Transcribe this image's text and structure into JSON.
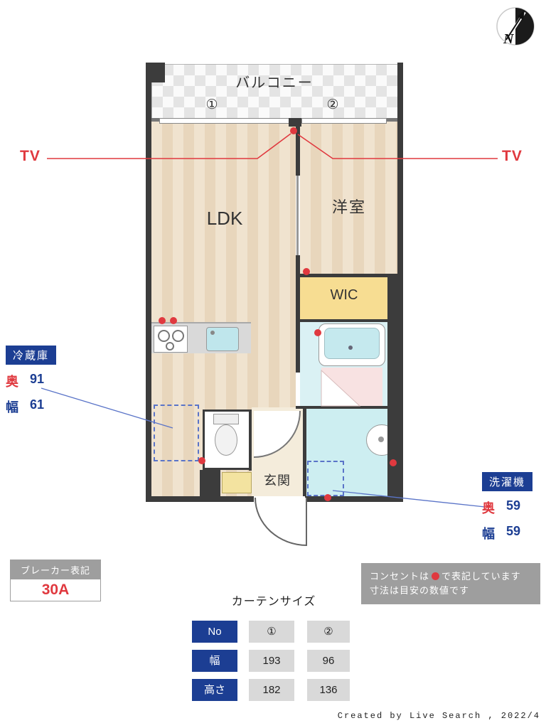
{
  "compass": {
    "n": "N"
  },
  "floorplan": {
    "balcony": "バルコニー",
    "marker1": "①",
    "marker2": "②",
    "ldk": "LDK",
    "western_room": "洋室",
    "wic": "WIC",
    "entrance": "玄関",
    "tv_left": "TV",
    "tv_right": "TV"
  },
  "fridge_callout": {
    "title": "冷蔵庫",
    "depth_label": "奥",
    "depth_value": "91",
    "width_label": "幅",
    "width_value": "61"
  },
  "washer_callout": {
    "title": "洗濯機",
    "depth_label": "奥",
    "depth_value": "59",
    "width_label": "幅",
    "width_value": "59"
  },
  "breaker": {
    "title": "ブレーカー表記",
    "value": "30A"
  },
  "notice": {
    "line1_prefix": "コンセントは",
    "line1_suffix": "で表記しています",
    "line2": "寸法は目安の数値です"
  },
  "curtain": {
    "title": "カーテンサイズ",
    "table": {
      "rows": [
        {
          "header": "No",
          "c1": "①",
          "c2": "②"
        },
        {
          "header": "幅",
          "c1": "193",
          "c2": "96"
        },
        {
          "header": "高さ",
          "c1": "182",
          "c2": "136"
        }
      ]
    }
  },
  "credit": "Created by Live Search , 2022/4",
  "colors": {
    "accent_red": "#e0393f",
    "navy": "#1c3e93",
    "wall": "#3c3c3c",
    "wic_yellow": "#f7dd92",
    "bath_blue": "#cdeef1"
  }
}
